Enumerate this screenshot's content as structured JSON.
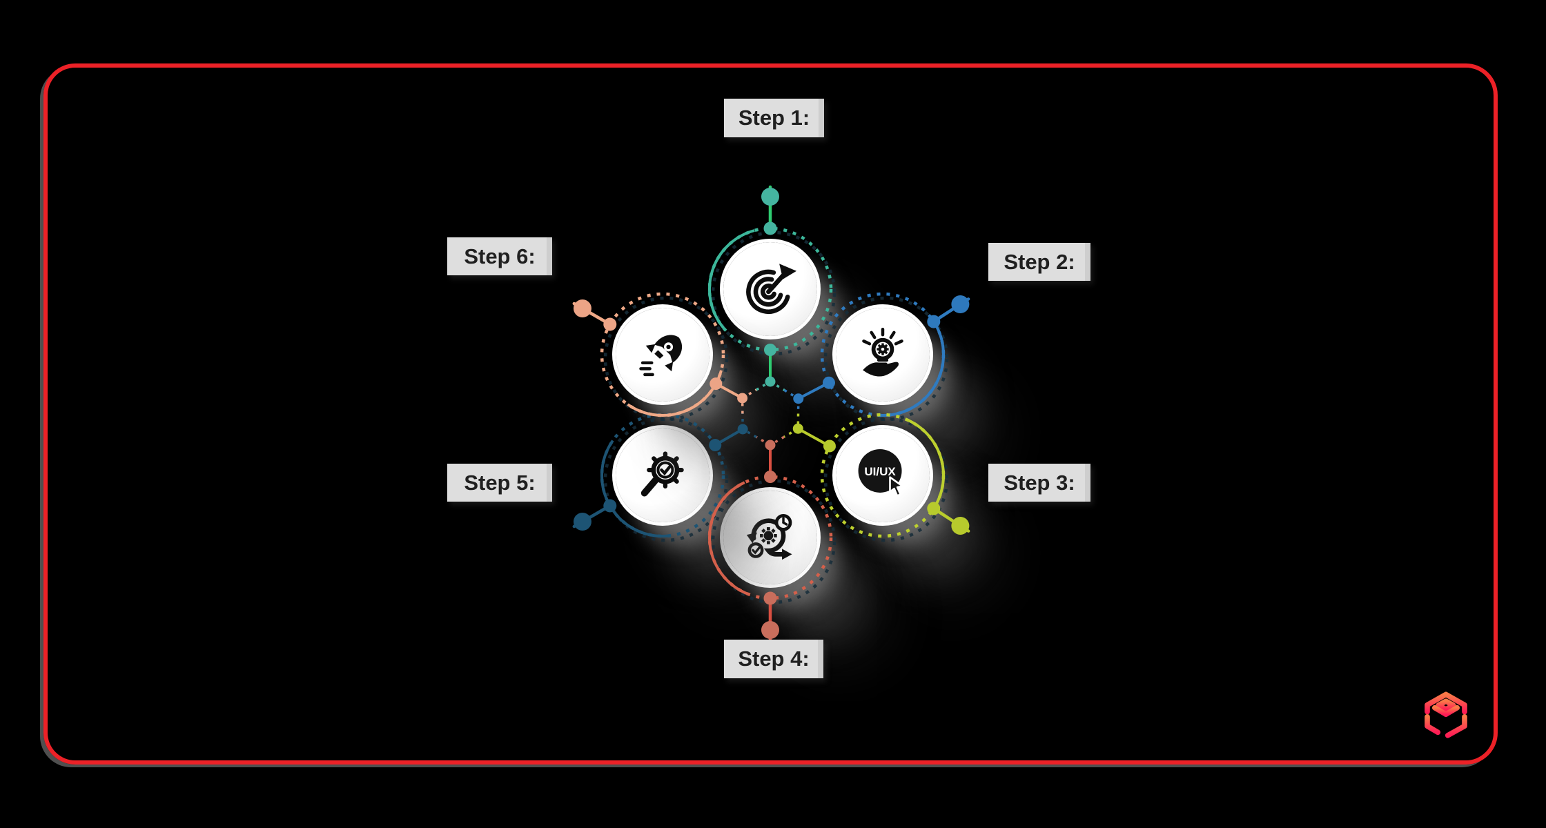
{
  "canvas": {
    "background": "#000000",
    "frame_border_color": "#ec2127"
  },
  "diagram": {
    "label_bg": "#dedede",
    "label_text_color": "#202020",
    "steps": [
      {
        "label": "Step 1:",
        "icon": "target-arrow-icon",
        "ring_color": "#3cb79b",
        "stem_line_color": "#2ecc71",
        "dot_color": "#45b4a0"
      },
      {
        "label": "Step 2:",
        "icon": "idea-hand-icon",
        "ring_color": "#2f7bc0",
        "stem_line_color": "#2f7bc0",
        "dot_color": "#2e79bd"
      },
      {
        "label": "Step 3:",
        "icon": "uiux-cursor-icon",
        "icon_text": "UI/UX",
        "ring_color": "#bdd02f",
        "stem_line_color": "#b9cc2c",
        "dot_color": "#b7ca2d"
      },
      {
        "label": "Step 4:",
        "icon": "agile-sprint-icon",
        "ring_color": "#d4604b",
        "stem_line_color": "#d94f41",
        "dot_color": "#c96e5c"
      },
      {
        "label": "Step 5:",
        "icon": "search-gear-check-icon",
        "ring_color": "#1d5474",
        "stem_line_color": "#1d5474",
        "dot_color": "#1d5474"
      },
      {
        "label": "Step 6:",
        "icon": "rocket-icon",
        "ring_color": "#efa987",
        "stem_line_color": "#efa987",
        "dot_color": "#eca486"
      }
    ]
  },
  "logo": {
    "name": "cube-logo",
    "color_top": "#f97948",
    "color_bottom": "#fe1d55"
  }
}
